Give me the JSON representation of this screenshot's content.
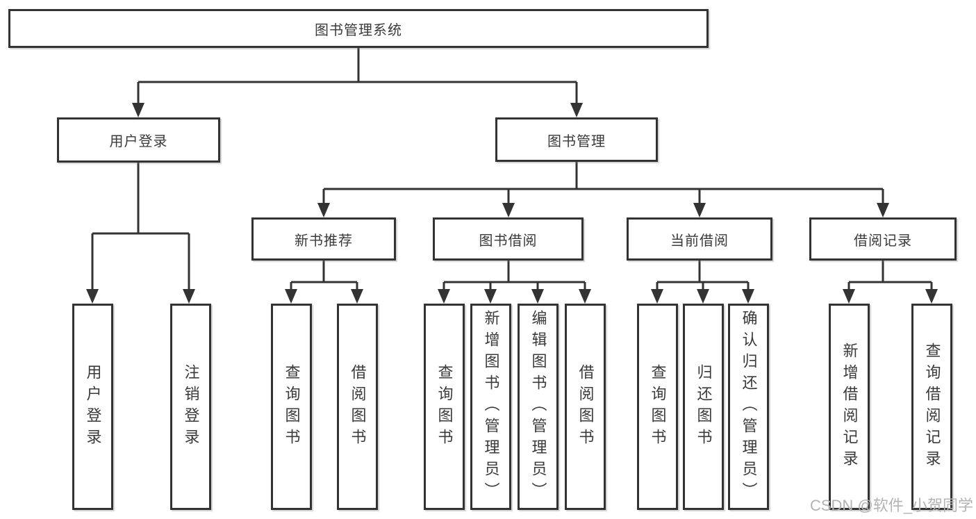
{
  "diagram": {
    "root": "图书管理系统",
    "level2": {
      "user_login": "用户登录",
      "book_mgmt": "图书管理"
    },
    "level3": {
      "new_books": "新书推荐",
      "book_borrow": "图书借阅",
      "current_borrow": "当前借阅",
      "borrow_records": "借阅记录"
    },
    "leaves": {
      "user": [
        "用户登录",
        "注销登录"
      ],
      "new_books": [
        "查询图书",
        "借阅图书"
      ],
      "book_borrow": [
        "查询图书",
        "新增图书（管理员）",
        "编辑图书（管理员）",
        "借阅图书"
      ],
      "current_borrow": [
        "查询图书",
        "归还图书",
        "确认归还（管理员）"
      ],
      "borrow_records": [
        "新增借阅记录",
        "查询借阅记录"
      ]
    }
  },
  "watermark": "CSDN @软件_小贺同学",
  "colors": {
    "line": "#333333",
    "text": "#3a3a3a",
    "background": "#ffffff",
    "watermark": "#b3b3b3"
  }
}
